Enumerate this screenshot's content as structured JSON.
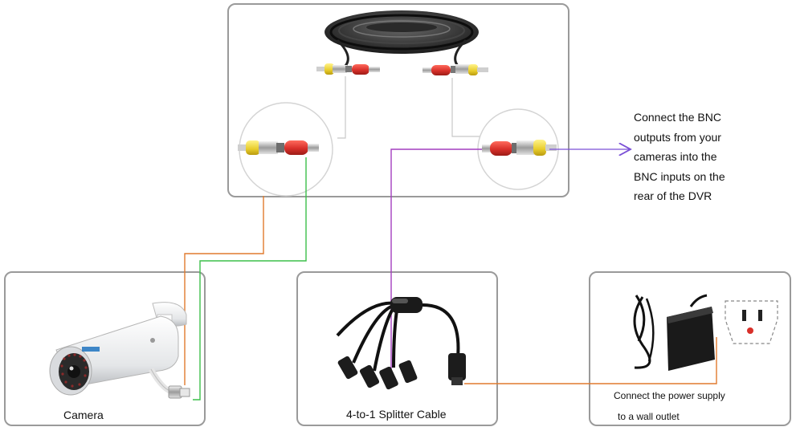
{
  "panels": {
    "camera": {
      "label": "Camera"
    },
    "splitter": {
      "label": "4-to-1 Splitter Cable"
    },
    "power": {
      "label_lines": [
        "Connect the power supply",
        "to a wall outlet"
      ]
    }
  },
  "annotation": {
    "lines": [
      "Connect the BNC",
      "outputs from your",
      "cameras into the",
      "BNC inputs on the",
      "rear of the DVR"
    ]
  },
  "camera_brand_text": "",
  "colors": {
    "panel_border": "#9a9a9a",
    "wire_orange": "#e07a2e",
    "wire_green": "#3cbf4a",
    "wire_purple": "#a43fbf",
    "wire_purple_arrow": "#7a4fd6",
    "wire_gray": "#c8c8c8",
    "rca_red": "#d8302a",
    "rca_yellow": "#e8cc2a"
  },
  "icons": [
    "coiled-cable-icon",
    "bnc-connector-icon",
    "dc-power-plug-icon",
    "security-camera-icon",
    "splitter-cable-icon",
    "power-adapter-icon",
    "wall-outlet-icon"
  ]
}
